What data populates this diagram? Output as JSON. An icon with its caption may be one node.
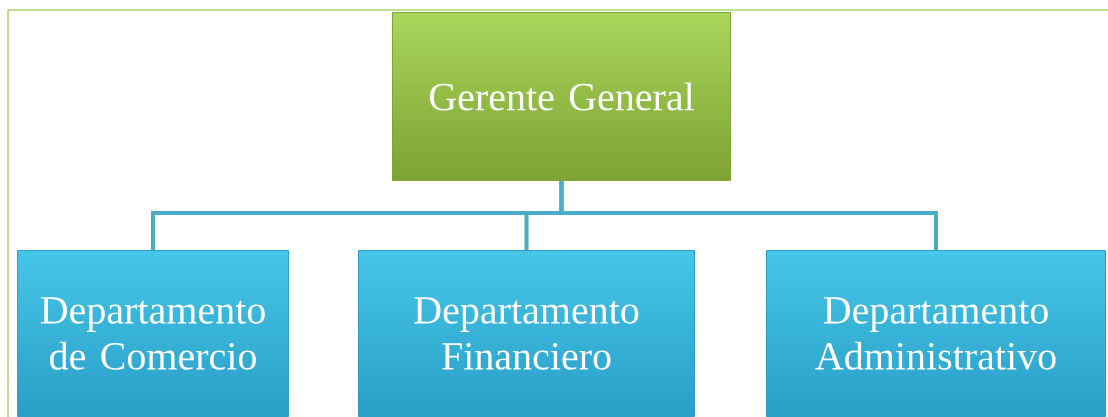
{
  "diagram": {
    "nodes": [
      {
        "text": [
          "Gerente General"
        ]
      },
      {
        "text": [
          "Departamento de Comercio"
        ]
      },
      {
        "text": [
          "Departamento Financiero"
        ]
      },
      {
        "text": [
          "Departamento Administrativo"
        ]
      }
    ],
    "edges": [
      {
        "from": 0,
        "to": 1,
        "arrow": "none"
      },
      {
        "from": 0,
        "to": 2,
        "arrow": "none"
      },
      {
        "from": 0,
        "to": 3,
        "arrow": "none"
      }
    ]
  }
}
